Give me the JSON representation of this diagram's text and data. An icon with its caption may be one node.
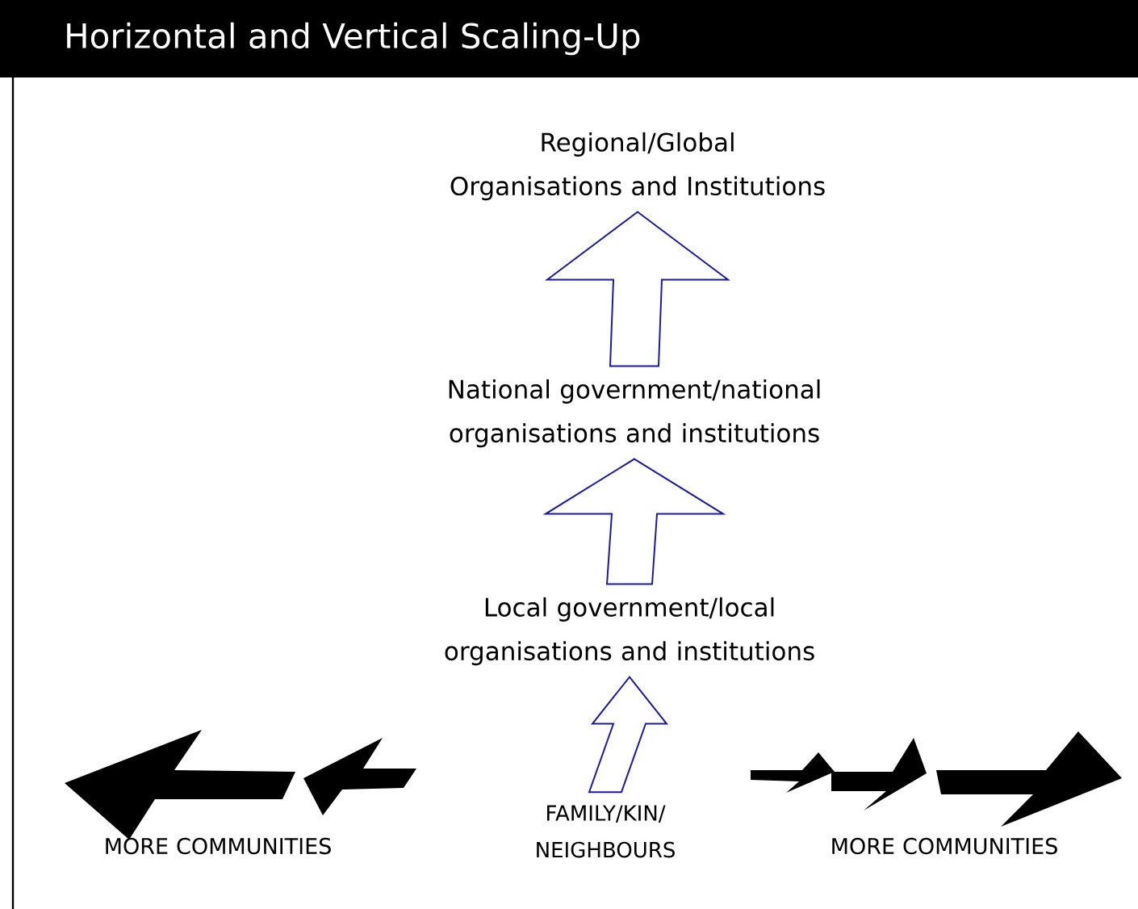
{
  "diagram": {
    "title": "Horizontal and Vertical Scaling-Up",
    "nodes": [
      {
        "text": [
          "Regional/Global Organisations and Institutions"
        ]
      },
      {
        "text": [
          "National government/national organisations and institutions"
        ]
      },
      {
        "text": [
          "Local government/local organisations and institutions"
        ]
      },
      {
        "text": [
          "FAMILY/KIN/ NEIGHBOURS"
        ]
      },
      {
        "text": [
          "MORE COMMUNITIES"
        ]
      },
      {
        "text": [
          "MORE COMMUNITIES"
        ]
      }
    ],
    "edges": [
      {
        "from": 3,
        "to": 2,
        "arrow": "to",
        "color": "#1a1aa6"
      },
      {
        "from": 2,
        "to": 1,
        "arrow": "to",
        "color": "#1a1aa6"
      },
      {
        "from": 1,
        "to": 0,
        "arrow": "to",
        "color": "#1a1aa6"
      }
    ]
  }
}
